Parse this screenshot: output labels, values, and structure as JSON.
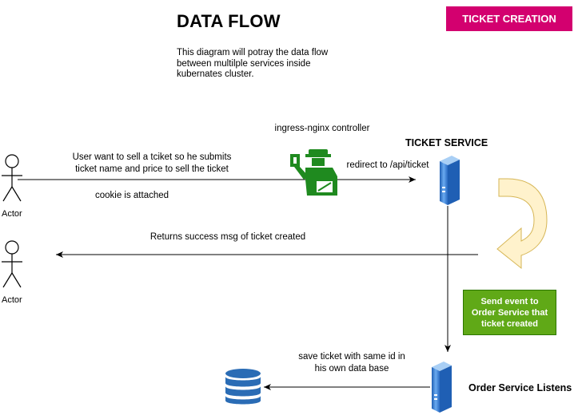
{
  "header": {
    "title": "DATA FLOW",
    "description": "This diagram will potray the data flow between multilple services inside kubernates cluster.",
    "badge": "TICKET CREATION"
  },
  "actors": [
    {
      "label": "Actor"
    },
    {
      "label": "Actor"
    }
  ],
  "ingress": {
    "label": "ingress-nginx controller"
  },
  "ticket_service": {
    "label": "TICKET SERVICE"
  },
  "order_service": {
    "label": "Order Service Listens"
  },
  "edges": {
    "submit_line1": "User  want to sell a tciket  so he submits",
    "submit_line2": "ticket name and price to sell the ticket",
    "cookie": "cookie is attached",
    "redirect": "redirect to /api/ticket",
    "returns": "Returns success msg of ticket created",
    "save_line1": "save ticket with same id in",
    "save_line2": "his own data base"
  },
  "event_box": {
    "line1": "Send event to",
    "line2": "Order Service that",
    "line3": "ticket created"
  },
  "colors": {
    "badge": "#d3006f",
    "event_box": "#60a917",
    "ingress_icon": "#1f8a1f",
    "server": "#3b84d8",
    "database": "#2a6cb5",
    "curved_arrow": "#fff2cc"
  }
}
